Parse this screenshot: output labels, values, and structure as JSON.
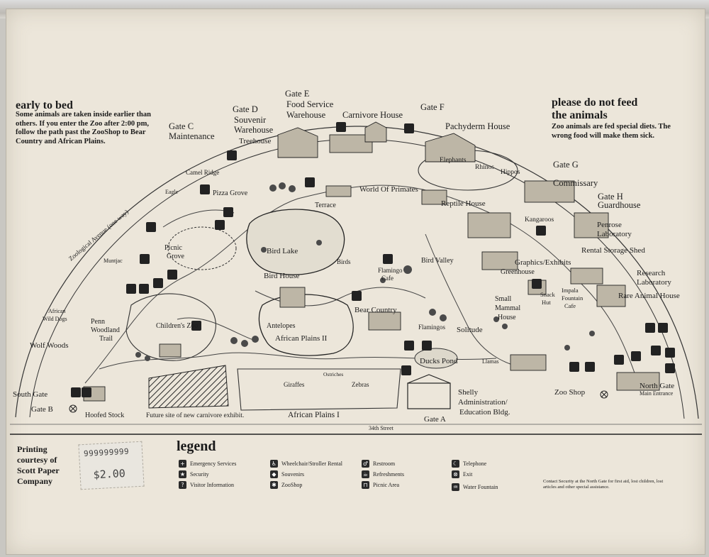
{
  "notes": {
    "left_title": "early to bed",
    "left_body": "Some animals are taken inside earlier than others. If you enter the Zoo after 2:00 pm, follow the path past the ZooShop to Bear Country and African Plains.",
    "right_title_1": "please do not feed",
    "right_title_2": "the animals",
    "right_body": "Zoo animals are fed special diets. The wrong food will make them sick."
  },
  "labels": {
    "gate_e": "Gate E",
    "food_service_1": "Food Service",
    "food_service_2": "Warehouse",
    "gate_d": "Gate D",
    "souvenir_1": "Souvenir",
    "souvenir_2": "Warehouse",
    "gate_c": "Gate C",
    "maintenance": "Maintenance",
    "carnivore_house": "Carnivore House",
    "gate_f": "Gate F",
    "pachyderm_house": "Pachyderm House",
    "treehouse": "Treehouse",
    "elephants": "Elephants",
    "rhinos": "Rhinos",
    "hippos": "Hippos",
    "gate_g": "Gate G",
    "commissary": "Commissary",
    "gate_h": "Gate H",
    "guardhouse": "Guardhouse",
    "camel_ridge": "Camel Ridge",
    "pizza_grove": "Pizza Grove",
    "eagle": "Eagle",
    "terrace": "Terrace",
    "world_of_primates": "World Of Primates",
    "reptile_house": "Reptile House",
    "kangaroos": "Kangaroos",
    "penrose_1": "Penrose",
    "penrose_2": "Laboratory",
    "rental_storage_shed": "Rental Storage Shed",
    "zoological_avenue": "Zoological Avenue (one way)",
    "picnic_grove_1": "Picnic",
    "picnic_grove_2": "Grove",
    "bird_lake": "Bird Lake",
    "muntjac": "Muntjac",
    "birds": "Birds",
    "flamingo_cafe_1": "Flamingo",
    "flamingo_cafe_2": "Cafe",
    "bird_valley": "Bird Valley",
    "graphics_exhibits": "Graphics/Exhibits",
    "research_1": "Research",
    "research_2": "Laboratory",
    "bird_house": "Bird House",
    "greenhouse": "Greenhouse",
    "impala_fountain_1": "Impala",
    "impala_fountain_2": "Fountain",
    "impala_fountain_3": "Cafe",
    "rare_animal_house": "Rare Animal House",
    "snack_hut_1": "Snack",
    "snack_hut_2": "Hut",
    "small_mammal_1": "Small",
    "small_mammal_2": "Mammal",
    "small_mammal_3": "House",
    "african_wild_dogs_1": "African",
    "african_wild_dogs_2": "Wild Dogs",
    "penn_woodland_1": "Penn",
    "penn_woodland_2": "Woodland",
    "penn_woodland_3": "Trail",
    "childrens_zoo": "Children's Zoo",
    "bear_country": "Bear Country",
    "antelopes": "Antelopes",
    "african_plains_ii": "African Plains II",
    "flamingos": "Flamingos",
    "solitude": "Solitude",
    "wolf_woods": "Wolf Woods",
    "ducks_pond": "Ducks Pond",
    "llamas": "Llamas",
    "giraffes": "Giraffes",
    "zebras": "Zebras",
    "ostriches": "Ostriches",
    "shelly_1": "Shelly",
    "shelly_2": "Administration/",
    "shelly_3": "Education Bldg.",
    "zoo_shop": "Zoo Shop",
    "north_gate_1": "North Gate",
    "north_gate_2": "Main Entrance",
    "south_gate": "South Gate",
    "gate_b": "Gate B",
    "hoofed_stock": "Hoofed Stock",
    "future_site": "Future site of new carnivore exhibit.",
    "african_plains_i": "African Plains I",
    "gate_a": "Gate A",
    "street": "34th Street"
  },
  "footer": {
    "printing_1": "Printing",
    "printing_2": "courtesy of",
    "printing_3": "Scott Paper",
    "printing_4": "Company",
    "price_code": "999999999",
    "price": "$2.00",
    "legend_title": "legend",
    "contact": "Contact Security at the North Gate for first aid, lost children, lost articles and other special assistance."
  },
  "legend": [
    {
      "icon": "emergency-services-icon",
      "glyph": "+",
      "label": "Emergency Services"
    },
    {
      "icon": "security-icon",
      "glyph": "★",
      "label": "Security"
    },
    {
      "icon": "visitor-information-icon",
      "glyph": "?",
      "label": "Visitor Information"
    },
    {
      "icon": "wheelchair-icon",
      "glyph": "♿",
      "label": "Wheelchair/Stroller Rental"
    },
    {
      "icon": "souvenirs-icon",
      "glyph": "◆",
      "label": "Souvenirs"
    },
    {
      "icon": "zooshop-icon",
      "glyph": "✱",
      "label": "ZooShop"
    },
    {
      "icon": "restroom-icon",
      "glyph": "♂",
      "label": "Restroom"
    },
    {
      "icon": "refreshments-icon",
      "glyph": "☕",
      "label": "Refreshments"
    },
    {
      "icon": "picnic-area-icon",
      "glyph": "⊓",
      "label": "Picnic Area"
    },
    {
      "icon": "telephone-icon",
      "glyph": "☾",
      "label": "Telephone"
    },
    {
      "icon": "exit-icon",
      "glyph": "⊗",
      "label": "Exit"
    },
    {
      "icon": "water-fountain-icon",
      "glyph": "♒",
      "label": "Water Fountain"
    }
  ],
  "colors": {
    "paper": "#ece6da",
    "ink": "#1d1d1d",
    "hatch": "#2a2a2a"
  }
}
